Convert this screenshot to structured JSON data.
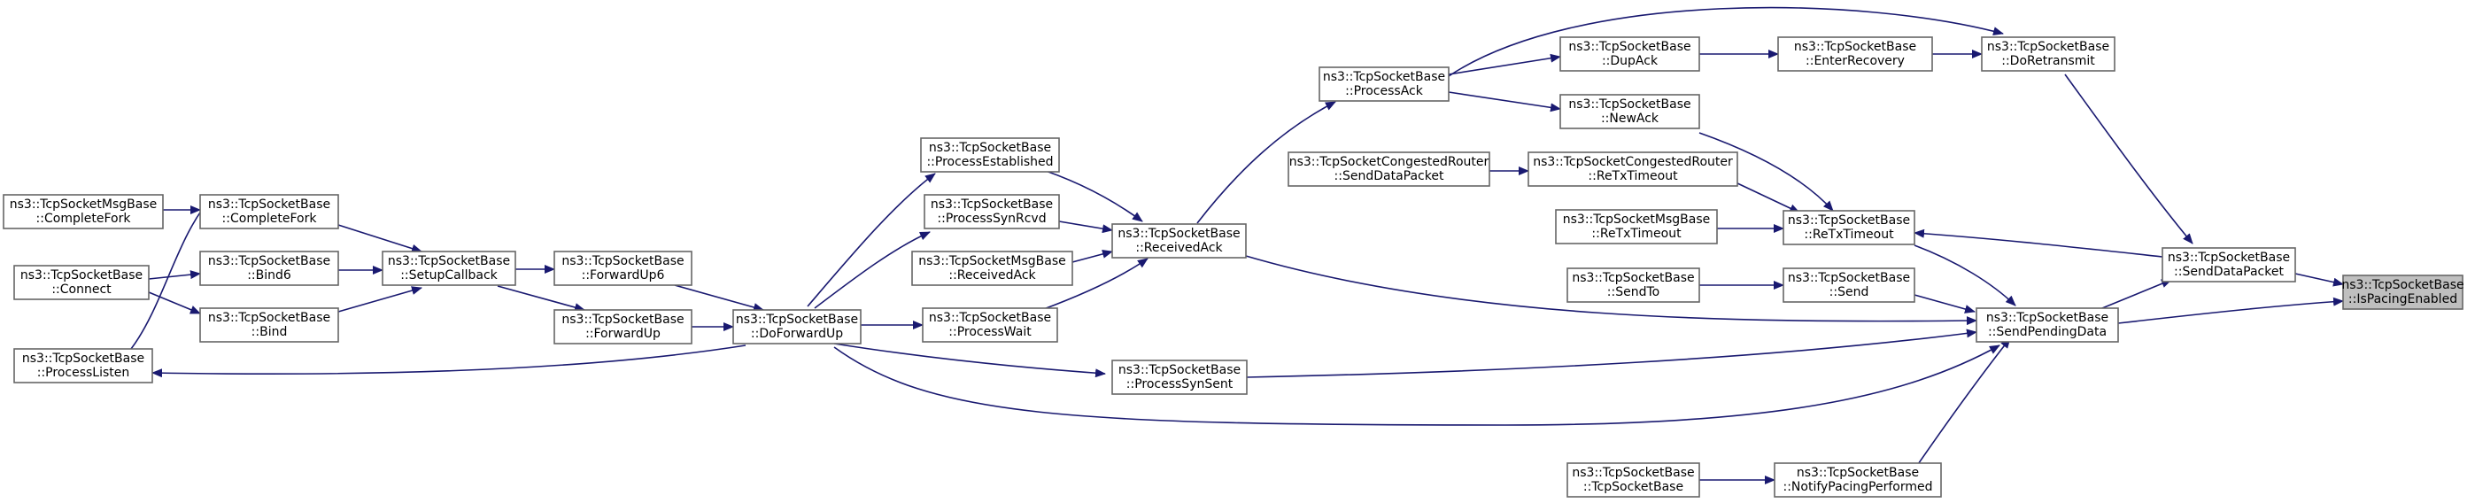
{
  "colors": {
    "edge": "#191970",
    "node_fill": "#ffffff",
    "node_border": "#666666",
    "root_fill": "#bfbfbf"
  },
  "nodes": {
    "IsPacingEnabled": [
      "ns3::TcpSocketBase",
      "::IsPacingEnabled"
    ],
    "SendDataPacket": [
      "ns3::TcpSocketBase",
      "::SendDataPacket"
    ],
    "SendPendingData": [
      "ns3::TcpSocketBase",
      "::SendPendingData"
    ],
    "DoRetransmit": [
      "ns3::TcpSocketBase",
      "::DoRetransmit"
    ],
    "ReTxTimeoutBase": [
      "ns3::TcpSocketBase",
      "::ReTxTimeout"
    ],
    "EnterRecovery": [
      "ns3::TcpSocketBase",
      "::EnterRecovery"
    ],
    "Send": [
      "ns3::TcpSocketBase",
      "::Send"
    ],
    "NotifyPacingPerformed": [
      "ns3::TcpSocketBase",
      "::NotifyPacingPerformed"
    ],
    "DupAck": [
      "ns3::TcpSocketBase",
      "::DupAck"
    ],
    "NewAck": [
      "ns3::TcpSocketBase",
      "::NewAck"
    ],
    "ReTxTimeoutRouter": [
      "ns3::TcpSocketCongestedRouter",
      "::ReTxTimeout"
    ],
    "ReTxTimeoutMsg": [
      "ns3::TcpSocketMsgBase",
      "::ReTxTimeout"
    ],
    "SendTo": [
      "ns3::TcpSocketBase",
      "::SendTo"
    ],
    "TcpSocketBaseCtor": [
      "ns3::TcpSocketBase",
      "::TcpSocketBase"
    ],
    "ProcessAck": [
      "ns3::TcpSocketBase",
      "::ProcessAck"
    ],
    "SendDataPacketRouter": [
      "ns3::TcpSocketCongestedRouter",
      "::SendDataPacket"
    ],
    "ReceivedAck": [
      "ns3::TcpSocketBase",
      "::ReceivedAck"
    ],
    "ProcessSynSent": [
      "ns3::TcpSocketBase",
      "::ProcessSynSent"
    ],
    "ProcessEstablished": [
      "ns3::TcpSocketBase",
      "::ProcessEstablished"
    ],
    "ProcessSynRcvd": [
      "ns3::TcpSocketBase",
      "::ProcessSynRcvd"
    ],
    "ReceivedAckMsg": [
      "ns3::TcpSocketMsgBase",
      "::ReceivedAck"
    ],
    "ProcessWait": [
      "ns3::TcpSocketBase",
      "::ProcessWait"
    ],
    "DoForwardUp": [
      "ns3::TcpSocketBase",
      "::DoForwardUp"
    ],
    "ForwardUp6": [
      "ns3::TcpSocketBase",
      "::ForwardUp6"
    ],
    "ForwardUp": [
      "ns3::TcpSocketBase",
      "::ForwardUp"
    ],
    "SetupCallback": [
      "ns3::TcpSocketBase",
      "::SetupCallback"
    ],
    "CompleteForkBase": [
      "ns3::TcpSocketBase",
      "::CompleteFork"
    ],
    "Bind6": [
      "ns3::TcpSocketBase",
      "::Bind6"
    ],
    "Bind": [
      "ns3::TcpSocketBase",
      "::Bind"
    ],
    "CompleteForkMsg": [
      "ns3::TcpSocketMsgBase",
      "::CompleteFork"
    ],
    "Connect": [
      "ns3::TcpSocketBase",
      "::Connect"
    ],
    "ProcessListen": [
      "ns3::TcpSocketBase",
      "::ProcessListen"
    ]
  }
}
